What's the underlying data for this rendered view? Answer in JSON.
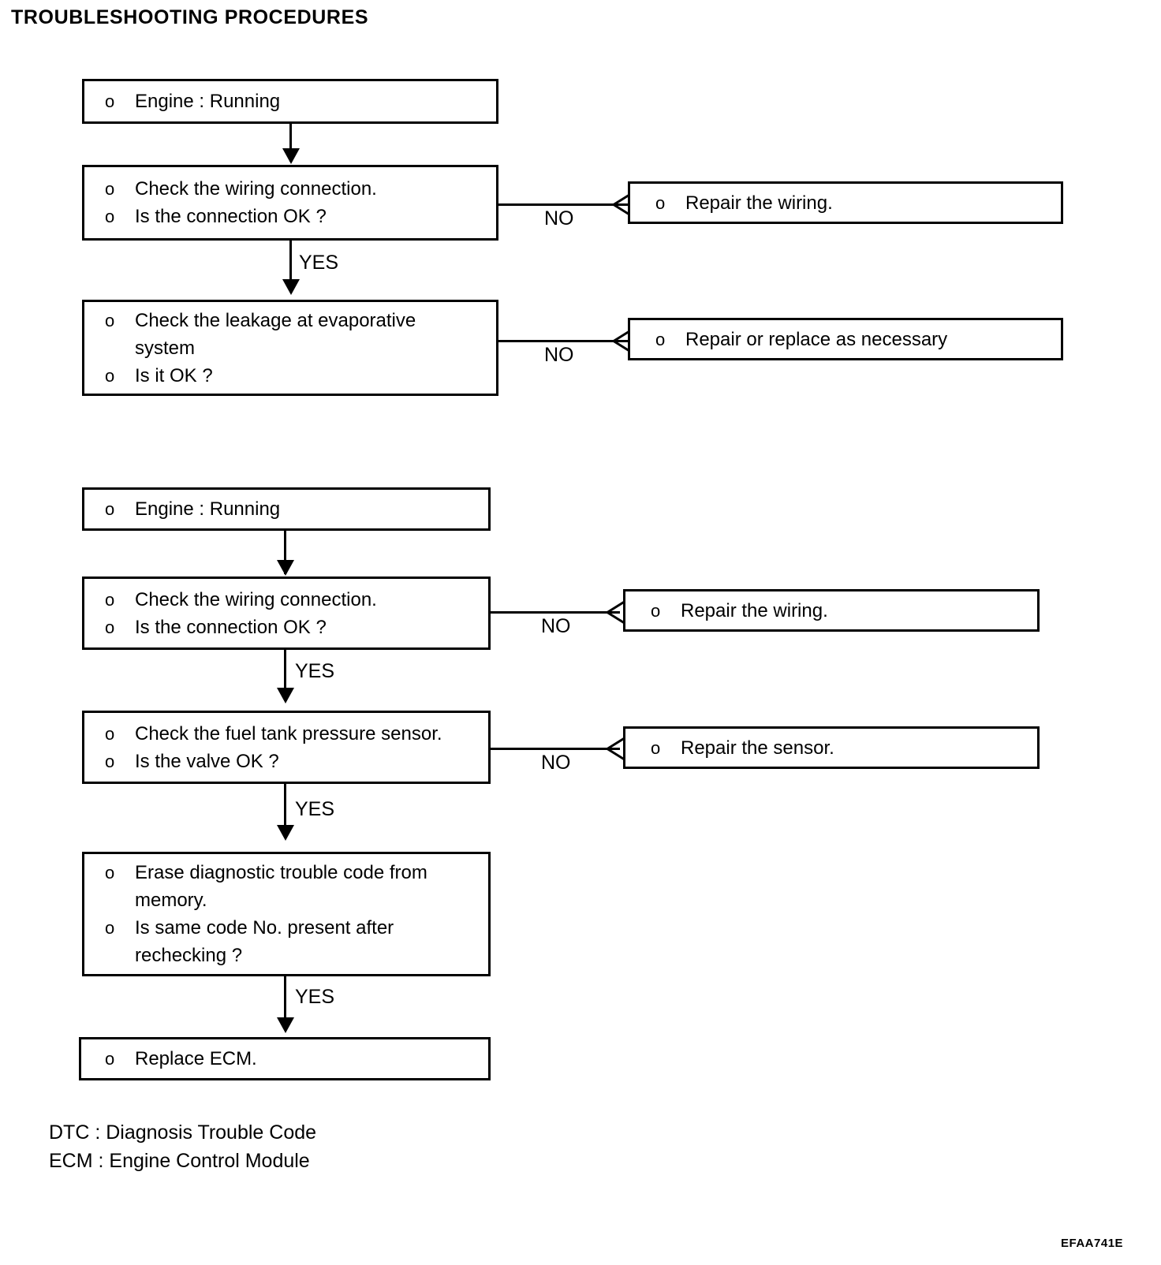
{
  "page": {
    "title": "TROUBLESHOOTING PROCEDURES",
    "figure_code": "EFAA741E",
    "bullet_glyph": "o"
  },
  "flow": {
    "section1": {
      "start": {
        "lines": [
          "Engine : Running"
        ]
      },
      "step1": {
        "lines": [
          "Check the wiring connection.",
          "Is the connection OK ?"
        ]
      },
      "step1_no": {
        "lines": [
          "Repair the wiring."
        ]
      },
      "step1_no_label": "NO",
      "step1_yes_label": "YES",
      "step2": {
        "lines": [
          "Check the leakage at evaporative",
          "system",
          "Is it OK ?"
        ]
      },
      "step2_no": {
        "lines": [
          "Repair or replace as necessary"
        ]
      },
      "step2_no_label": "NO"
    },
    "section2": {
      "start": {
        "lines": [
          "Engine : Running"
        ]
      },
      "step1": {
        "lines": [
          "Check the wiring connection.",
          "Is the connection OK ?"
        ]
      },
      "step1_no": {
        "lines": [
          "Repair the wiring."
        ]
      },
      "step1_no_label": "NO",
      "step1_yes_label": "YES",
      "step2": {
        "lines": [
          "Check the fuel tank pressure sensor.",
          "Is the valve OK ?"
        ]
      },
      "step2_no": {
        "lines": [
          "Repair the sensor."
        ]
      },
      "step2_no_label": "NO",
      "step2_yes_label": "YES",
      "step3": {
        "lines": [
          "Erase diagnostic trouble code from",
          "memory.",
          "Is same code No. present after",
          "rechecking ?"
        ]
      },
      "step3_yes_label": "YES",
      "end": {
        "lines": [
          "Replace ECM."
        ]
      }
    }
  },
  "legend": {
    "lines": [
      "DTC : Diagnosis Trouble Code",
      "ECM : Engine Control Module"
    ]
  }
}
